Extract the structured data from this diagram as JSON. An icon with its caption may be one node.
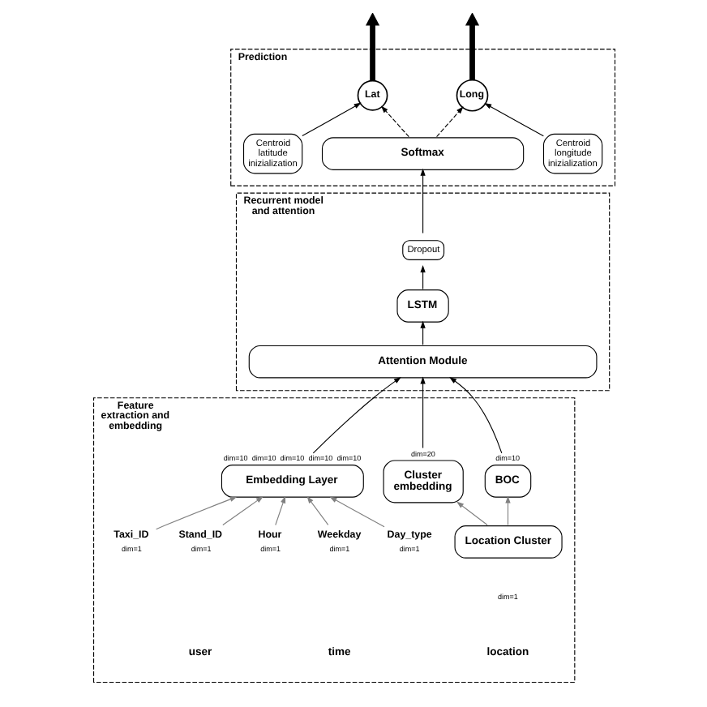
{
  "diagram": {
    "nodes": [
      {
        "text": [
          "Prediction"
        ]
      },
      {
        "text": [
          "Centroid latitude inizialization"
        ],
        "in": 0
      },
      {
        "text": [
          "Lat"
        ],
        "in": 0
      },
      {
        "text": [
          "Long"
        ],
        "in": 0
      },
      {
        "text": [
          "Centroid longitude inizialization"
        ],
        "in": 0
      },
      {
        "text": [
          "Softmax"
        ],
        "in": 0
      },
      {
        "text": [
          "Recurrent model and attention"
        ]
      },
      {
        "text": [
          "Dropout"
        ],
        "in": 6
      },
      {
        "text": [
          "LSTM"
        ],
        "in": 6
      },
      {
        "text": [
          "Attention Module"
        ],
        "in": 6
      },
      {
        "text": [
          "Feature extraction and embedding"
        ]
      },
      {
        "text": [
          "Embedding Layer"
        ],
        "in": 10,
        "beside": [
          "dim=10",
          "dim=10",
          "dim=10",
          "dim=10",
          "dim=10"
        ]
      },
      {
        "text": [
          "Cluster embedding"
        ],
        "in": 10,
        "beside": [
          "dim=20"
        ]
      },
      {
        "text": [
          "BOC"
        ],
        "in": 10,
        "beside": [
          "dim=10"
        ]
      },
      {
        "text": [
          "Location Cluster"
        ],
        "in": 10
      },
      {
        "text": [
          "Taxi_ID"
        ],
        "in": 10,
        "beside": [
          "dim=1"
        ]
      },
      {
        "text": [
          "Stand_ID"
        ],
        "in": 10,
        "beside": [
          "dim=1"
        ]
      },
      {
        "text": [
          "Hour"
        ],
        "in": 10,
        "beside": [
          "dim=1"
        ]
      },
      {
        "text": [
          "Weekday"
        ],
        "in": 10,
        "beside": [
          "dim=1"
        ]
      },
      {
        "text": [
          "Day_type"
        ],
        "in": 10,
        "beside": [
          "dim=1"
        ]
      }
    ],
    "edges": [
      {
        "from": 2,
        "to": null,
        "arrow": "to",
        "style": "thick"
      },
      {
        "from": 3,
        "to": null,
        "arrow": "to",
        "style": "thick"
      },
      {
        "from": 5,
        "to": 2,
        "arrow": "to",
        "style": "dashed"
      },
      {
        "from": 5,
        "to": 3,
        "arrow": "to",
        "style": "dashed"
      },
      {
        "from": 1,
        "to": 2,
        "arrow": "to"
      },
      {
        "from": 4,
        "to": 3,
        "arrow": "to"
      },
      {
        "from": 7,
        "to": 5,
        "arrow": "to"
      },
      {
        "from": 8,
        "to": 7,
        "arrow": "to"
      },
      {
        "from": 9,
        "to": 8,
        "arrow": "to"
      },
      {
        "from": 11,
        "to": 9,
        "arrow": "to"
      },
      {
        "from": 12,
        "to": 9,
        "arrow": "to"
      },
      {
        "from": 13,
        "to": 9,
        "arrow": "to"
      },
      {
        "from": 15,
        "to": 11,
        "arrow": "to",
        "color": "#808080"
      },
      {
        "from": 16,
        "to": 11,
        "arrow": "to",
        "color": "#808080"
      },
      {
        "from": 17,
        "to": 11,
        "arrow": "to",
        "color": "#808080"
      },
      {
        "from": 18,
        "to": 11,
        "arrow": "to",
        "color": "#808080"
      },
      {
        "from": 19,
        "to": 11,
        "arrow": "to",
        "color": "#808080"
      },
      {
        "from": 14,
        "to": 12,
        "arrow": "to",
        "color": "#808080"
      },
      {
        "from": 14,
        "to": 13,
        "arrow": "to",
        "color": "#808080"
      }
    ],
    "labels": [
      "dim=1",
      "user",
      "time",
      "location"
    ]
  }
}
